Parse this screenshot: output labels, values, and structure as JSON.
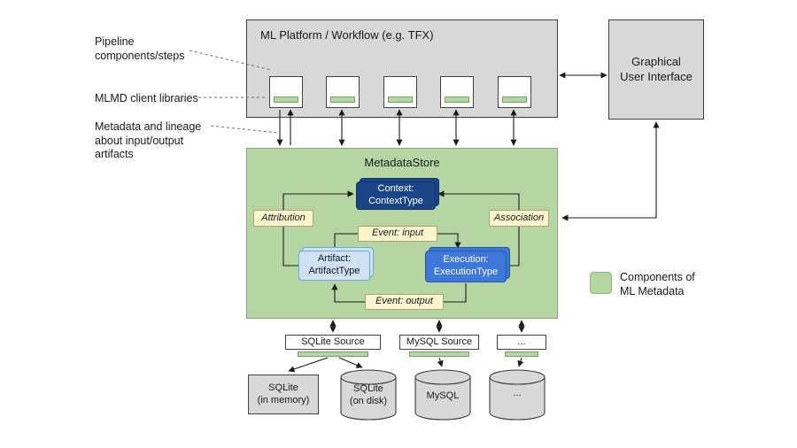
{
  "diagram": {
    "platform": {
      "title": "ML Platform / Workflow (e.g. TFX)"
    },
    "gui": {
      "label": "Graphical\nUser Interface"
    },
    "annotations": {
      "pipeline": "Pipeline\ncomponents/steps",
      "client_libs": "MLMD client libraries",
      "lineage": "Metadata and lineage\nabout input/output\nartifacts"
    },
    "store": {
      "title": "MetadataStore",
      "context": "Context:\nContextType",
      "attribution": "Attribution",
      "association": "Association",
      "event_input": "Event: input",
      "artifact": "Artifact:\nArtifactType",
      "execution": "Execution:\nExecutionType",
      "event_output": "Event: output"
    },
    "sources": [
      {
        "label": "SQLite Source"
      },
      {
        "label": "MySQL Source"
      },
      {
        "label": "..."
      }
    ],
    "databases": [
      {
        "label": "SQLite\n(in memory)"
      },
      {
        "label": "SQLite\n(on disk)"
      },
      {
        "label": "MySQL"
      },
      {
        "label": "..."
      }
    ],
    "legend": {
      "label": "Components of\nML Metadata"
    },
    "colors": {
      "component_green": "#b5d5a3",
      "box_gray": "#d8d8d8",
      "context_blue": "#1c4587",
      "execution_blue": "#3d78d8",
      "artifact_blue": "#cfe2f3",
      "relation_cream": "#fcf4cf"
    }
  }
}
